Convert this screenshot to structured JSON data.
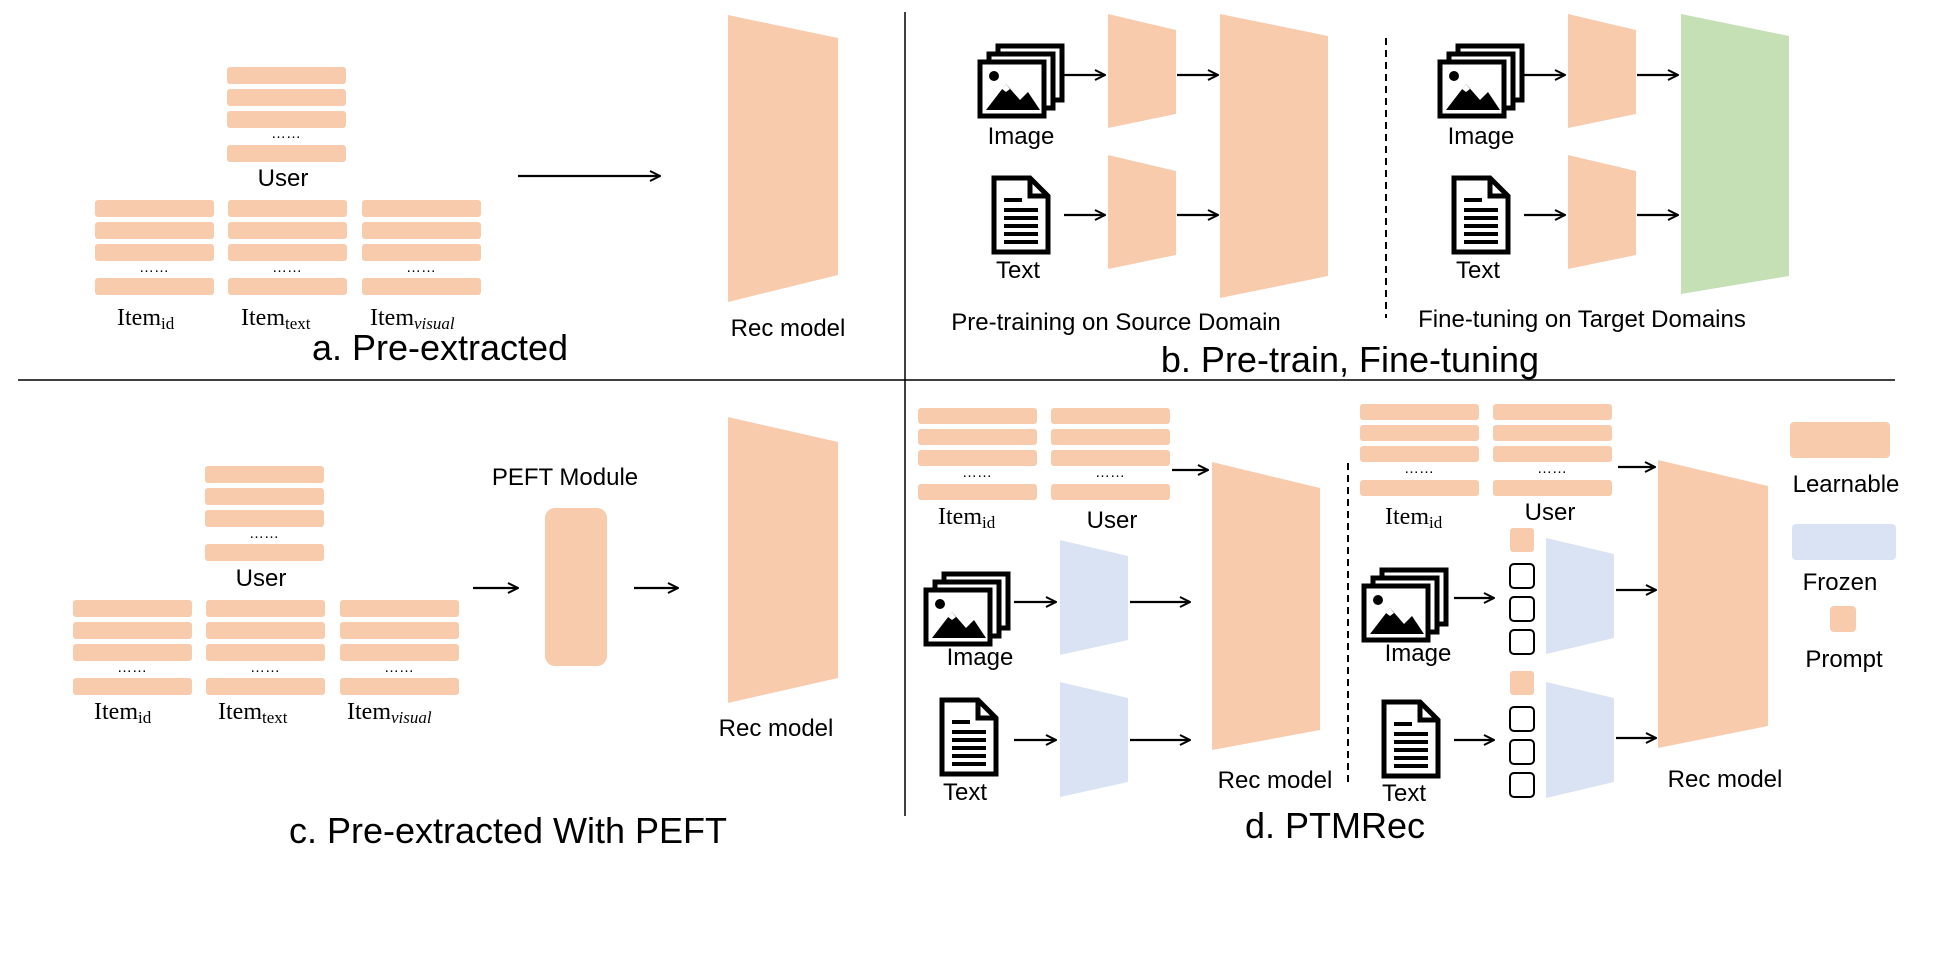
{
  "colors": {
    "learnable": "#F8CBAD",
    "frozen": "#DAE3F3",
    "finetune": "#C5E0B4",
    "line": "#000000"
  },
  "panel_a": {
    "caption": "a. Pre-extracted",
    "user_label": "User",
    "ellipsis": "……",
    "item_base": "Item",
    "item_id_sub": "id",
    "item_text_sub": "text",
    "item_visual_sub": "visual",
    "model_label": "Rec model"
  },
  "panel_b": {
    "caption": "b. Pre-train, Fine-tuning",
    "image_label": "Image",
    "text_label": "Text",
    "pretrain_label": "Pre-training on Source Domain",
    "finetune_label": "Fine-tuning on Target Domains"
  },
  "panel_c": {
    "caption": "c. Pre-extracted With PEFT",
    "user_label": "User",
    "ellipsis": "……",
    "item_base": "Item",
    "item_id_sub": "id",
    "item_text_sub": "text",
    "item_visual_sub": "visual",
    "peft_label": "PEFT Module",
    "model_label": "Rec model"
  },
  "panel_d": {
    "caption": "d. PTMRec",
    "ellipsis": "……",
    "item_base": "Item",
    "item_id_sub": "id",
    "user_label": "User",
    "image_label": "Image",
    "text_label": "Text",
    "model_label": "Rec model"
  },
  "legend": {
    "learnable": "Learnable",
    "frozen": "Frozen",
    "prompt": "Prompt"
  },
  "icons": [
    "image-icon",
    "document-icon",
    "arrow-icon"
  ]
}
